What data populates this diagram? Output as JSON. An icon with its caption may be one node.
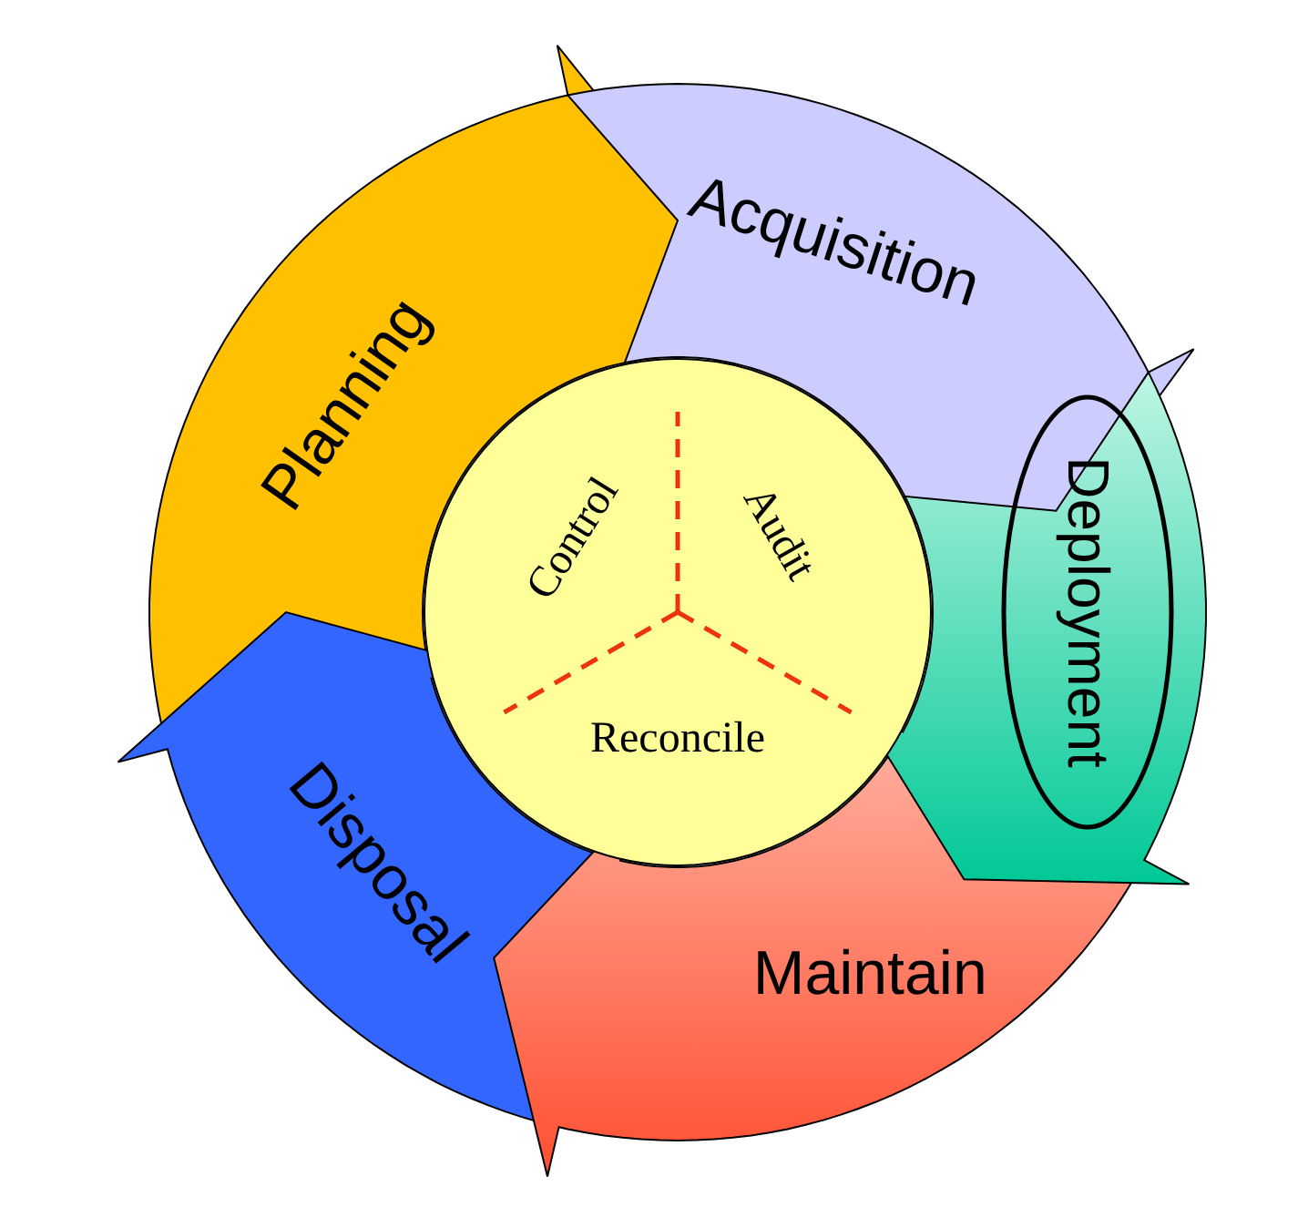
{
  "diagram": {
    "nodes": [
      {
        "text": [
          "Planning"
        ]
      },
      {
        "text": [
          "Acquisition"
        ]
      },
      {
        "text": [
          "Deployment"
        ]
      },
      {
        "text": [
          "Maintain"
        ]
      },
      {
        "text": [
          "Disposal"
        ]
      },
      {
        "text": [
          "Control",
          "Audit",
          "Reconcile"
        ]
      }
    ]
  }
}
